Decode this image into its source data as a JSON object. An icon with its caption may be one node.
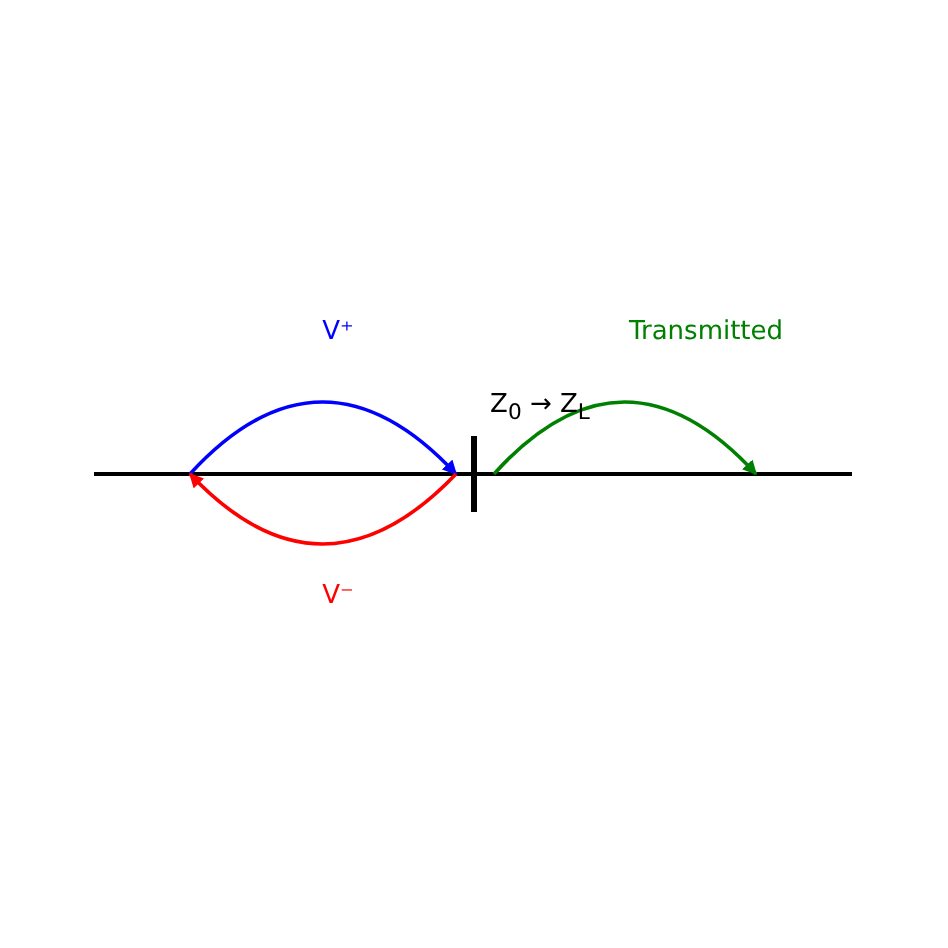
{
  "diagram": {
    "labels": [
      "V⁺",
      "V⁻",
      "Transmitted",
      "Z$_{0}$ → Z$_{L}$"
    ]
  }
}
